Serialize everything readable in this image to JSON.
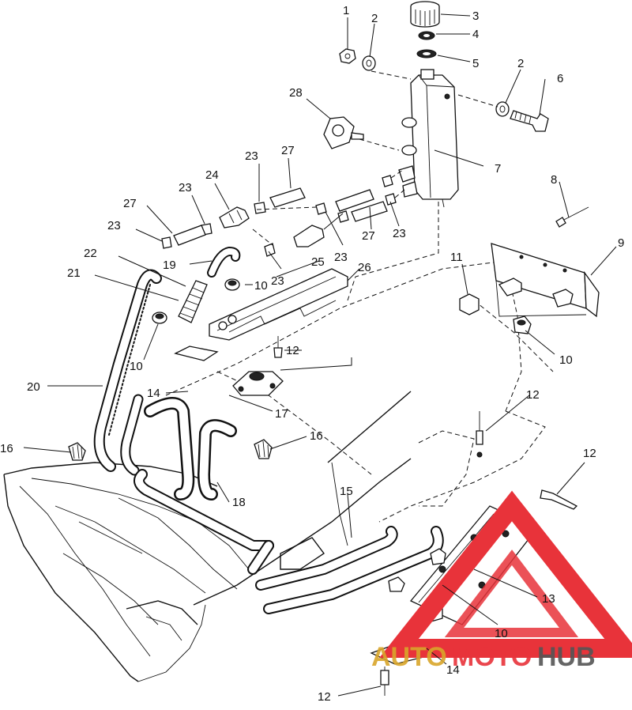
{
  "callouts": [
    {
      "id": "c1",
      "label": "1"
    },
    {
      "id": "c2a",
      "label": "2"
    },
    {
      "id": "c3",
      "label": "3"
    },
    {
      "id": "c4",
      "label": "4"
    },
    {
      "id": "c5",
      "label": "5"
    },
    {
      "id": "c2b",
      "label": "2"
    },
    {
      "id": "c6",
      "label": "6"
    },
    {
      "id": "c28",
      "label": "28"
    },
    {
      "id": "c7",
      "label": "7"
    },
    {
      "id": "c8",
      "label": "8"
    },
    {
      "id": "c9",
      "label": "9"
    },
    {
      "id": "c23a",
      "label": "23"
    },
    {
      "id": "c27a",
      "label": "27"
    },
    {
      "id": "c24",
      "label": "24"
    },
    {
      "id": "c23b",
      "label": "23"
    },
    {
      "id": "c27b",
      "label": "27"
    },
    {
      "id": "c23c",
      "label": "23"
    },
    {
      "id": "c27c",
      "label": "27"
    },
    {
      "id": "c23d",
      "label": "23"
    },
    {
      "id": "c23e",
      "label": "23"
    },
    {
      "id": "c23f",
      "label": "23"
    },
    {
      "id": "c22",
      "label": "22"
    },
    {
      "id": "c19",
      "label": "19"
    },
    {
      "id": "c25",
      "label": "25"
    },
    {
      "id": "c26",
      "label": "26"
    },
    {
      "id": "c21",
      "label": "21"
    },
    {
      "id": "c10a",
      "label": "10"
    },
    {
      "id": "c11",
      "label": "11"
    },
    {
      "id": "c10b",
      "label": "10"
    },
    {
      "id": "c10c",
      "label": "10"
    },
    {
      "id": "c12a",
      "label": "12"
    },
    {
      "id": "c20",
      "label": "20"
    },
    {
      "id": "c14a",
      "label": "14"
    },
    {
      "id": "c17",
      "label": "17"
    },
    {
      "id": "c12b",
      "label": "12"
    },
    {
      "id": "c16a",
      "label": "16"
    },
    {
      "id": "c16b",
      "label": "16"
    },
    {
      "id": "c18",
      "label": "18"
    },
    {
      "id": "c12c",
      "label": "12"
    },
    {
      "id": "c15",
      "label": "15"
    },
    {
      "id": "c13",
      "label": "13"
    },
    {
      "id": "c10d",
      "label": "10"
    },
    {
      "id": "c14b",
      "label": "14"
    },
    {
      "id": "c12d",
      "label": "12"
    }
  ],
  "watermark": {
    "text_part1": "AUTO",
    "text_part2": "MOTO",
    "text_part3": "HUB",
    "color_red": "#e8333a",
    "color_gold": "#d9a62b",
    "color_gray": "#555555"
  }
}
